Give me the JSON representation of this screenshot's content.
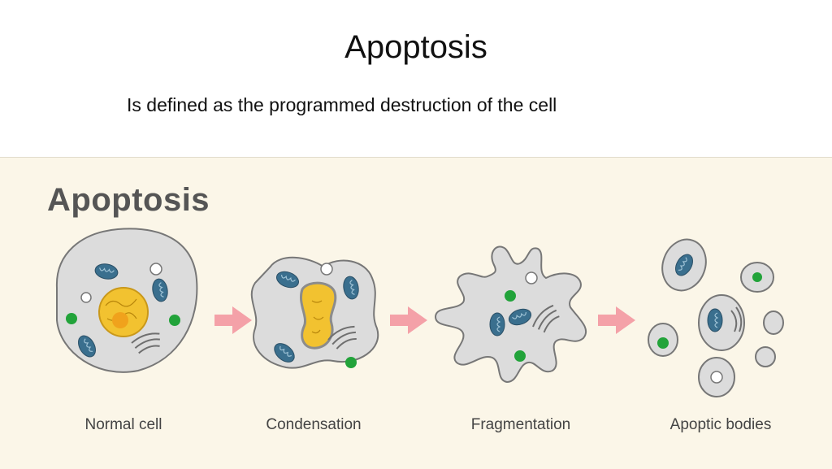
{
  "slide": {
    "title": "Apoptosis",
    "subtitle": "Is defined as the programmed destruction of the cell"
  },
  "figure": {
    "title": "Apoptosis",
    "stages": [
      {
        "label": "Normal cell"
      },
      {
        "label": "Condensation"
      },
      {
        "label": "Fragmentation"
      },
      {
        "label": "Apoptic bodies"
      }
    ],
    "colors": {
      "background": "#fbf6e8",
      "cell_fill": "#dcdcdc",
      "cell_outline": "#777777",
      "nucleus": "#f2c230",
      "nucleolus": "#f0a21c",
      "mitochondria": "#3a6f8e",
      "green_granule": "#22a33a",
      "arrow": "#f4a1a8"
    },
    "icons": [
      "arrow-right-icon",
      "arrow-right-icon",
      "arrow-right-icon"
    ]
  }
}
